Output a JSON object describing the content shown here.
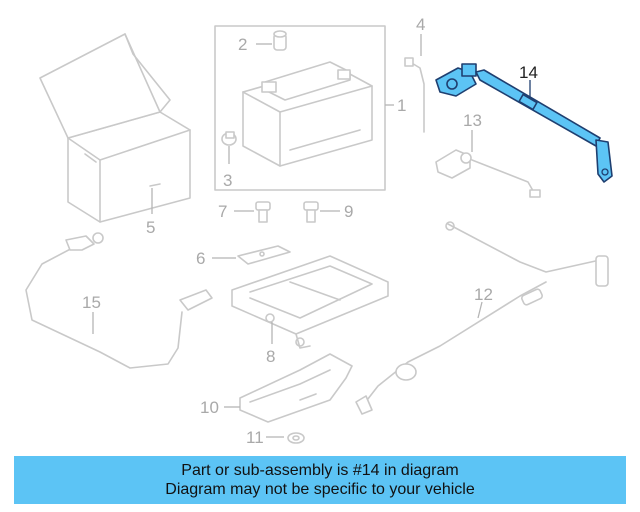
{
  "diagram": {
    "highlight_color": "#5cc4f5",
    "outline_color": "#c9c9c9",
    "callouts": {
      "c1": "1",
      "c2": "2",
      "c3": "3",
      "c4": "4",
      "c5": "5",
      "c6": "6",
      "c7": "7",
      "c8": "8",
      "c9": "9",
      "c10": "10",
      "c11": "11",
      "c12": "12",
      "c13": "13",
      "c14": "14",
      "c15": "15"
    }
  },
  "banner": {
    "line1": "Part or sub-assembly is #14 in diagram",
    "line2": "Diagram may not be specific to your vehicle",
    "color": "#5cc4f5"
  }
}
